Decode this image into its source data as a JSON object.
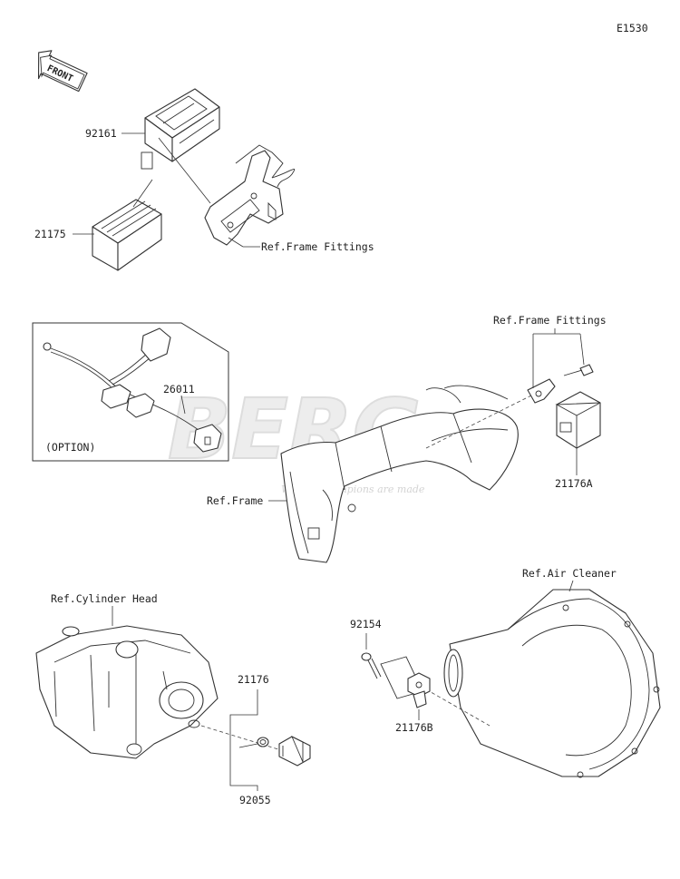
{
  "diagram_code": "E1530",
  "front_label": "FRONT",
  "watermark": {
    "brand": "BERG",
    "tagline": "Where Champions are made"
  },
  "option_label": "(OPTION)",
  "parts": {
    "p92161": "92161",
    "p21175": "21175",
    "p26011": "26011",
    "p21176A": "21176A",
    "p92154": "92154",
    "p21176": "21176",
    "p21176B": "21176B",
    "p92055": "92055"
  },
  "references": {
    "frame_fittings_1": "Ref.Frame Fittings",
    "frame_fittings_2": "Ref.Frame Fittings",
    "frame": "Ref.Frame",
    "air_cleaner": "Ref.Air Cleaner",
    "cylinder_head": "Ref.Cylinder Head"
  },
  "colors": {
    "line": "#333333",
    "watermark": "#eaeaea"
  }
}
